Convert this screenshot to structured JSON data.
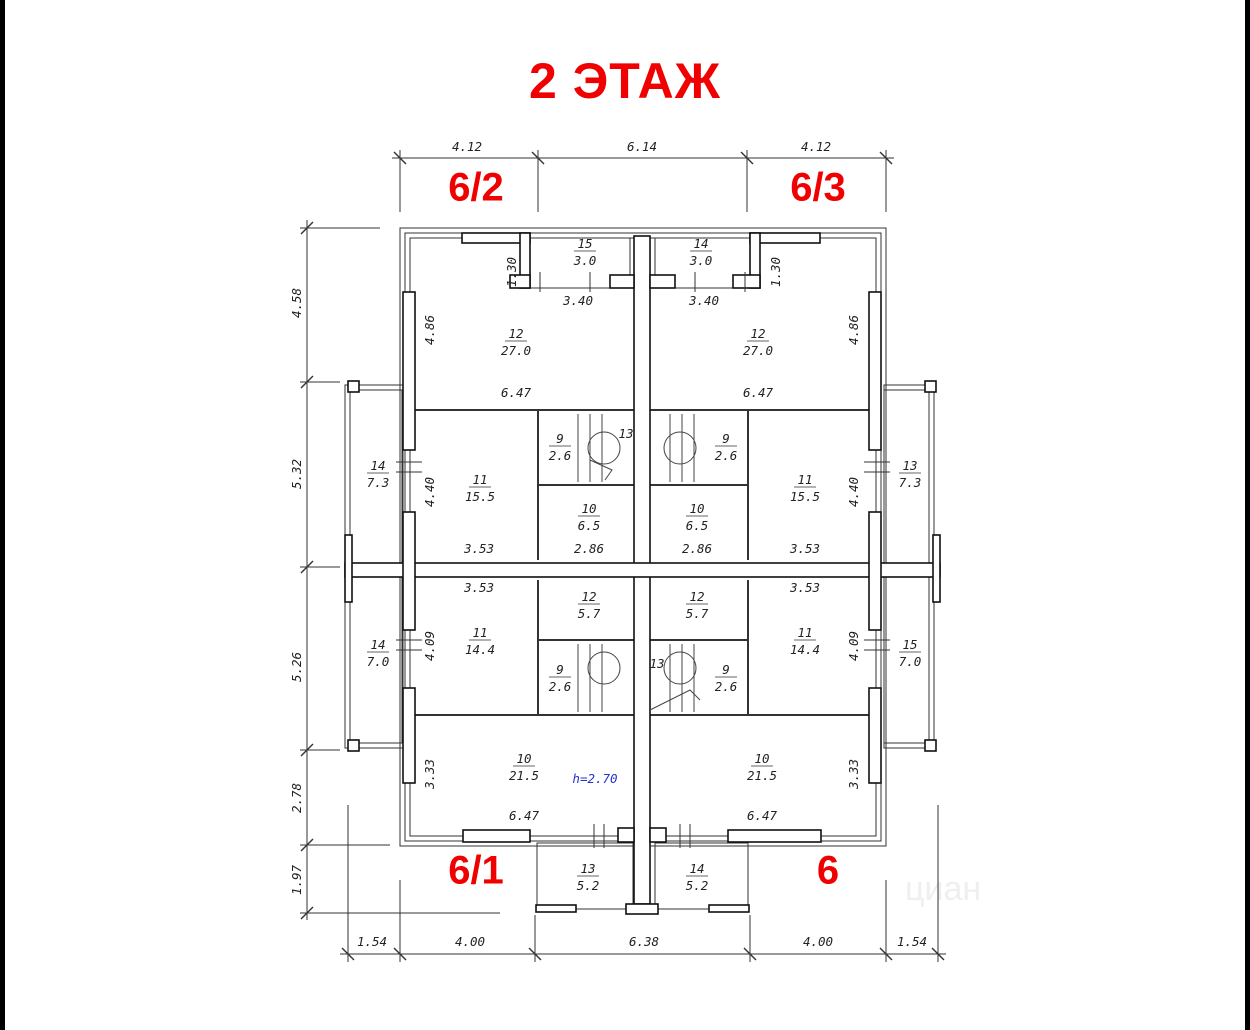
{
  "title": "2 ЭТАЖ",
  "unit_labels": {
    "top_left": "6/2",
    "top_right": "6/3",
    "bottom_left": "6/1",
    "bottom_right": "6"
  },
  "watermark": "циан",
  "height_note": "h=2.70",
  "colors": {
    "accent": "#f00000",
    "lines": "#1a1a1a",
    "note": "#2233cc"
  },
  "dimensions": {
    "top": [
      "4.12",
      "6.14",
      "4.12"
    ],
    "bottom": [
      "1.54",
      "4.00",
      "6.38",
      "4.00",
      "1.54"
    ],
    "left": [
      "4.58",
      "5.32",
      "5.26",
      "2.78",
      "1.97"
    ]
  },
  "inner_dims": {
    "tl_13": "1.30",
    "tr_13": "1.30",
    "tl_340": "3.40",
    "tr_340": "3.40",
    "tl_486": "4.86",
    "tr_486": "4.86",
    "tl_647": "6.47",
    "tr_647": "6.47",
    "ml_440": "4.40",
    "mr_440": "4.40",
    "ml_353a": "3.53",
    "ml_286": "2.86",
    "mr_286": "2.86",
    "mr_353a": "3.53",
    "ml_353b": "3.53",
    "mr_353b": "3.53",
    "bl_409": "4.09",
    "br_409": "4.09",
    "bl_333": "3.33",
    "br_333": "3.33",
    "bl_647": "6.47",
    "br_647": "6.47"
  },
  "rooms": [
    {
      "id": "r1",
      "num": "15",
      "area": "3.0"
    },
    {
      "id": "r2",
      "num": "14",
      "area": "3.0"
    },
    {
      "id": "r3",
      "num": "12",
      "area": "27.0"
    },
    {
      "id": "r4",
      "num": "12",
      "area": "27.0"
    },
    {
      "id": "r5",
      "num": "9",
      "area": "2.6"
    },
    {
      "id": "r6",
      "num": "9",
      "area": "2.6"
    },
    {
      "id": "r7",
      "num": "14",
      "area": "7.3"
    },
    {
      "id": "r8",
      "num": "11",
      "area": "15.5"
    },
    {
      "id": "r9",
      "num": "10",
      "area": "6.5"
    },
    {
      "id": "r10",
      "num": "10",
      "area": "6.5"
    },
    {
      "id": "r11",
      "num": "11",
      "area": "15.5"
    },
    {
      "id": "r12",
      "num": "13",
      "area": "7.3"
    },
    {
      "id": "r13",
      "num": "12",
      "area": "5.7"
    },
    {
      "id": "r14",
      "num": "12",
      "area": "5.7"
    },
    {
      "id": "r15",
      "num": "14",
      "area": "7.0"
    },
    {
      "id": "r16",
      "num": "11",
      "area": "14.4"
    },
    {
      "id": "r17",
      "num": "9",
      "area": "2.6"
    },
    {
      "id": "r18",
      "num": "9",
      "area": "2.6"
    },
    {
      "id": "r19",
      "num": "11",
      "area": "14.4"
    },
    {
      "id": "r20",
      "num": "15",
      "area": "7.0"
    },
    {
      "id": "r21",
      "num": "10",
      "area": "21.5"
    },
    {
      "id": "r22",
      "num": "10",
      "area": "21.5"
    },
    {
      "id": "r23",
      "num": "13",
      "area": "5.2"
    },
    {
      "id": "r24",
      "num": "14",
      "area": "5.2"
    }
  ],
  "stair_labels": [
    "13",
    "13"
  ]
}
